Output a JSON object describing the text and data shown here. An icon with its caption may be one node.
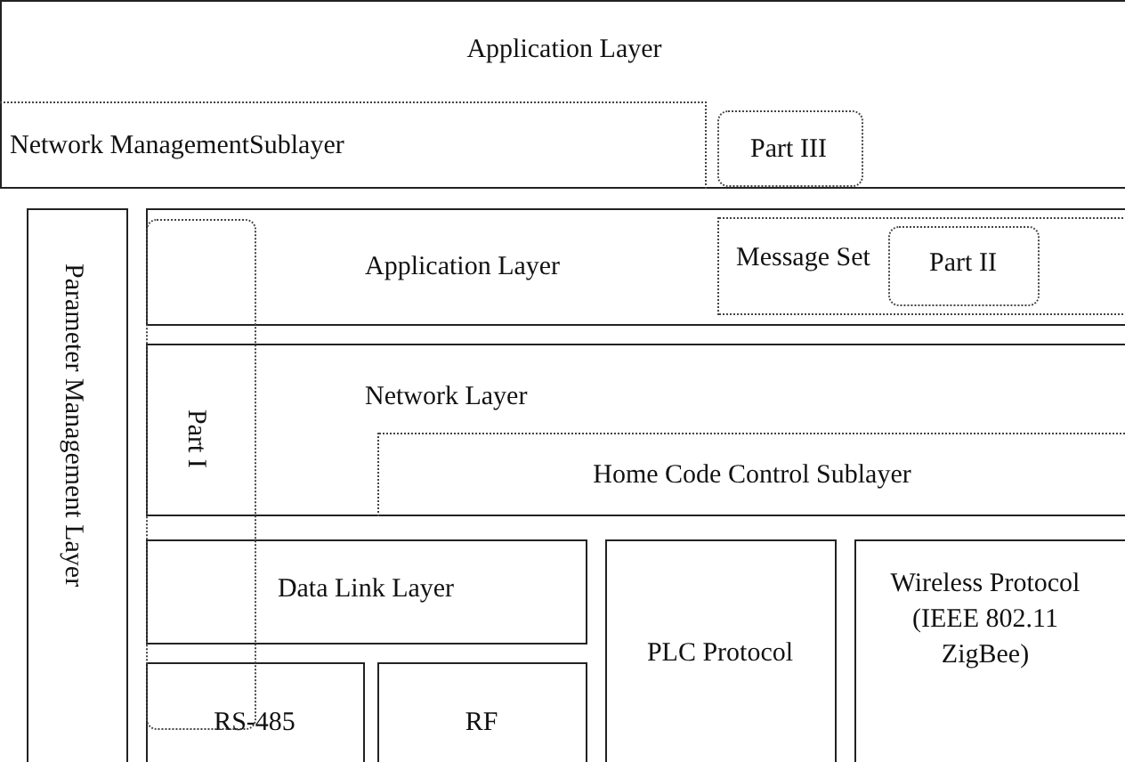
{
  "diagram": {
    "nodes": [
      {
        "text": [
          "Application Layer"
        ]
      },
      {
        "text": [
          "Network ManagementSublayer"
        ],
        "in": 0
      },
      {
        "text": [
          "Part III"
        ],
        "in": 0
      },
      {
        "text": [
          "Parameter Management Layer"
        ]
      },
      {
        "text": [
          "Application Layer"
        ]
      },
      {
        "text": [
          "Message Set"
        ],
        "in": 4
      },
      {
        "text": [
          "Part II"
        ],
        "in": 5
      },
      {
        "text": [
          "Network Layer"
        ]
      },
      {
        "text": [
          "Home Code Control Sublayer"
        ],
        "in": 7
      },
      {
        "text": [
          "Part I"
        ]
      },
      {
        "text": [
          "Data Link Layer"
        ]
      },
      {
        "text": [
          "RS-485"
        ]
      },
      {
        "text": [
          "RF"
        ]
      },
      {
        "text": [
          "PLC Protocol"
        ]
      },
      {
        "text": [
          "Wireless Protocol (IEEE 802.11 ZigBee)"
        ]
      }
    ]
  }
}
